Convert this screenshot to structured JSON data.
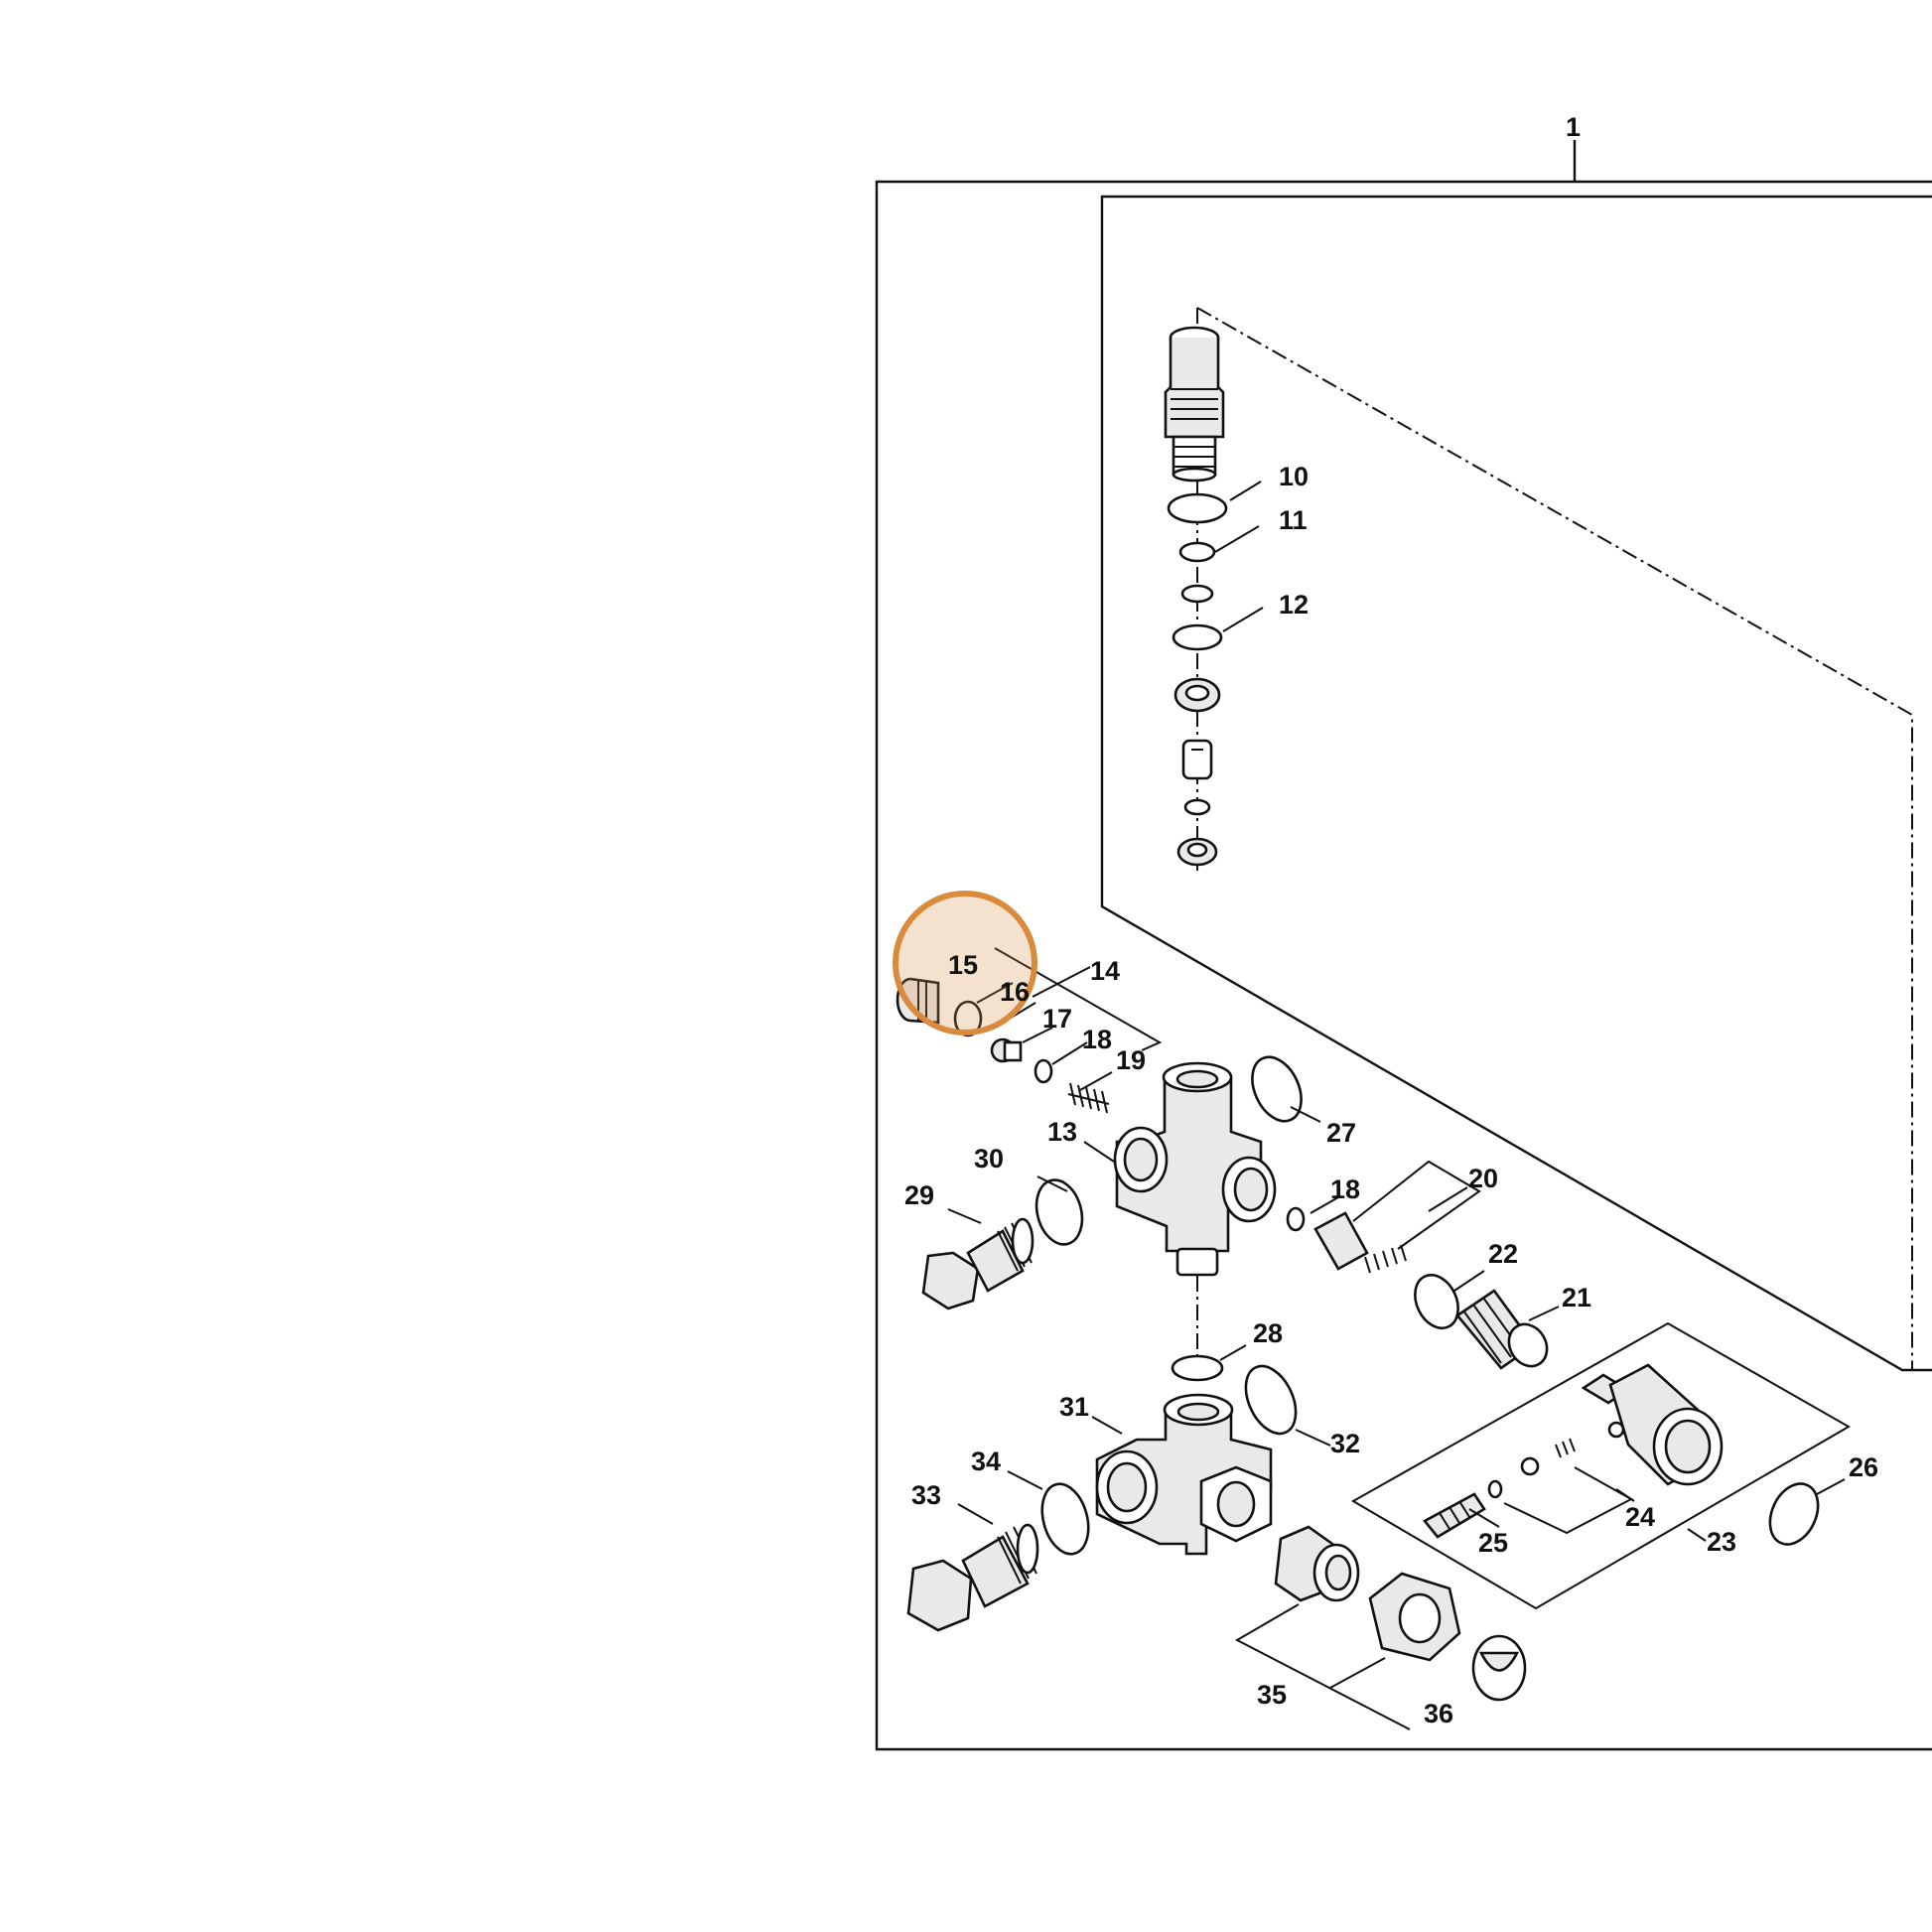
{
  "highlight": {
    "color": "#d98a3c",
    "target_label": "15"
  },
  "colors": {
    "ink": "#111111",
    "background": "#ffffff",
    "part_fill": "#e9e9e9"
  },
  "labels": {
    "l1": "1",
    "l10": "10",
    "l11": "11",
    "l12": "12",
    "l13": "13",
    "l14": "14",
    "l15": "15",
    "l16": "16",
    "l17": "17",
    "l18a": "18",
    "l19": "19",
    "l18b": "18",
    "l20": "20",
    "l21": "21",
    "l22": "22",
    "l23": "23",
    "l24": "24",
    "l25": "25",
    "l26": "26",
    "l27": "27",
    "l28": "28",
    "l29": "29",
    "l30": "30",
    "l31": "31",
    "l32": "32",
    "l33": "33",
    "l34": "34",
    "l35": "35",
    "l36": "36"
  }
}
